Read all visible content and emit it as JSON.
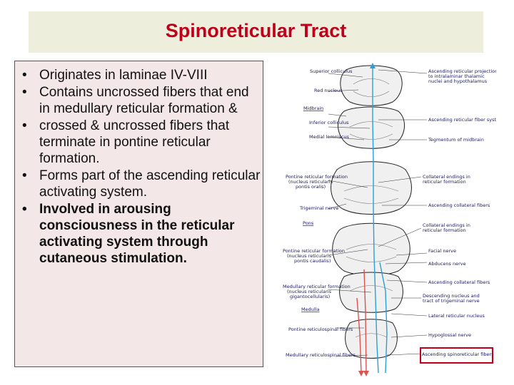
{
  "title": "Spinoreticular Tract",
  "bullets": [
    {
      "text": "Originates in laminae IV-VIII",
      "bold": false
    },
    {
      "text": "Contains uncrossed fibers that end in medullary reticular formation &",
      "bold": false
    },
    {
      "text": "crossed & uncrossed fibers that terminate in pontine reticular formation.",
      "bold": false
    },
    {
      "text": "Forms part of the ascending reticular activating system.",
      "bold": false
    },
    {
      "text": "Involved in arousing consciousness in the reticular activating system through cutaneous stimulation.",
      "bold": true
    }
  ],
  "bullet_char": "•",
  "figure_labels": {
    "left": {
      "superior_colliculus": "Superior colliculus",
      "red_nucleus": "Red nucleus",
      "midbrain": "Midbrain",
      "inferior_colliculus": "Inferior colliculus",
      "medial_lemniscus": "Medial lemniscus",
      "pontine_rf_1": "Pontine reticular formation",
      "pontine_rf_1b": "(nucleus reticularis",
      "pontine_rf_1c": "pontis oralis)",
      "trigeminal_nerve": "Trigeminal nerve",
      "pons": "Pons",
      "pontine_rf_2": "Pontine reticular formation",
      "pontine_rf_2b": "(nucleus reticularis",
      "pontine_rf_2c": "pontis caudalis)",
      "medullary_rf": "Medullary reticular formation",
      "medullary_rf_b": "(nucleus reticularis",
      "medullary_rf_c": "gigantocellularis)",
      "medulla": "Medulla",
      "pontine_rs": "Pontine reticulospinal fibers",
      "medullary_rs": "Medullary reticulospinal fibers"
    },
    "right": {
      "arp_1": "Ascending reticular projections",
      "arp_2": "to intralaminar thalamic",
      "arp_3": "nuclei and hypothalamus",
      "arfs": "Ascending reticular fiber system",
      "tegmentum": "Tegmentum of midbrain",
      "collateral_1": "Collateral endings in",
      "collateral_1b": "reticular formation",
      "acf_1": "Ascending collateral fibers",
      "collateral_2": "Collateral endings in",
      "collateral_2b": "reticular formation",
      "facial": "Facial nerve",
      "abducens": "Abducens nerve",
      "acf_2": "Ascending collateral fibers",
      "descending_1": "Descending nucleus and",
      "descending_2": "tract of trigeminal nerve",
      "lateral_rn": "Lateral reticular nucleus",
      "hypoglossal": "Hypoglossal nerve",
      "asrf": "Ascending spinoreticular fibers"
    }
  },
  "colors": {
    "title": "#c0001a",
    "title_bg": "#eeeedd",
    "text_bg": "#f3e7e7",
    "ascending": "#2a9fd6",
    "descending": "#d9534f",
    "highlight": "#c0001a"
  }
}
